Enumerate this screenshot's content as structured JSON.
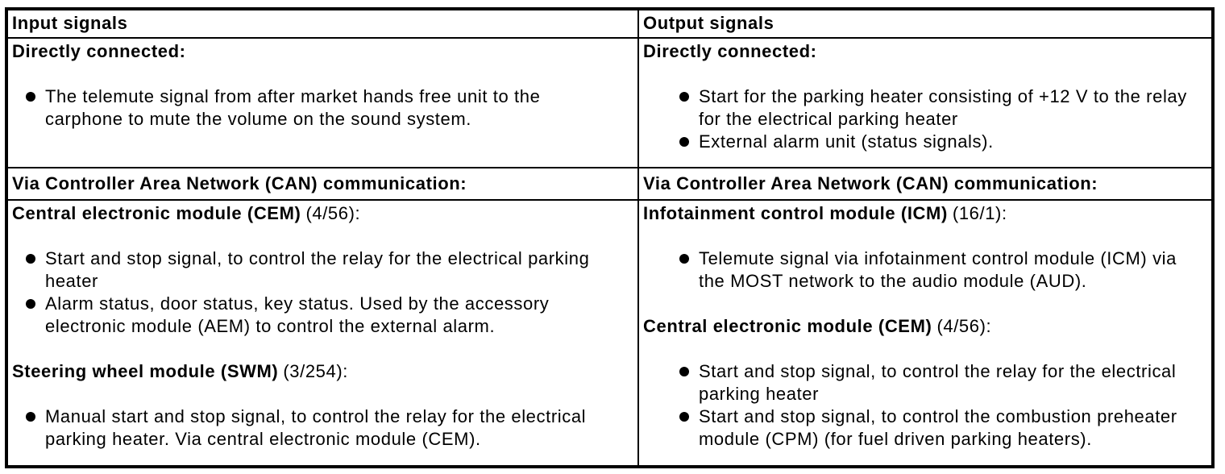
{
  "colors": {
    "background": "#ffffff",
    "text": "#000000",
    "border": "#000000"
  },
  "table": {
    "input_column": {
      "header": "Input signals",
      "directly_connected": {
        "heading": "Directly connected:",
        "bullets": [
          "The telemute signal from after market hands free unit to the\ncarphone to mute the volume on the sound system."
        ]
      },
      "can_heading": "Via Controller Area Network (CAN) communication:",
      "modules": [
        {
          "name": "Central electronic module (CEM)",
          "ref": "(4/56):",
          "bullets": [
            "Start and stop signal, to control the relay for the electrical parking\nheater",
            "Alarm status, door status, key status. Used by the accessory\nelectronic module (AEM) to control the external alarm."
          ]
        },
        {
          "name": "Steering wheel module (SWM)",
          "ref": "(3/254):",
          "bullets": [
            "Manual start and stop signal, to control the relay for the electrical\nparking heater. Via central electronic module (CEM)."
          ]
        }
      ]
    },
    "output_column": {
      "header": "Output signals",
      "directly_connected": {
        "heading": "Directly connected:",
        "bullets": [
          "Start for the parking heater consisting of +12 V to the relay\nfor the electrical parking heater",
          "External alarm unit (status signals)."
        ]
      },
      "can_heading": "Via Controller Area Network (CAN) communication:",
      "modules": [
        {
          "name": "Infotainment control module (ICM)",
          "ref": "(16/1):",
          "bullets": [
            "Telemute signal via infotainment control module (ICM) via\nthe MOST network to the audio module (AUD)."
          ]
        },
        {
          "name": "Central electronic module (CEM)",
          "ref": "(4/56):",
          "bullets": [
            "Start and stop signal, to control the relay for the electrical\nparking heater",
            "Start and stop signal, to control the combustion preheater\nmodule (CPM) (for fuel driven parking heaters)."
          ]
        }
      ]
    }
  }
}
